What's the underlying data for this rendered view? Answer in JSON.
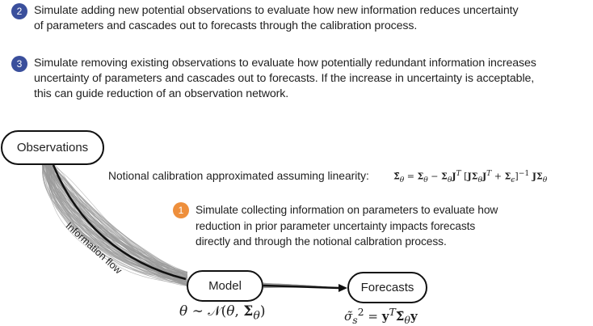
{
  "steps": [
    {
      "number": "2",
      "color": "#3a4f9c",
      "text": "Simulate adding new potential observations to evaluate how new information reduces uncertainty\nof parameters and cascades out to forecasts through the calibration process."
    },
    {
      "number": "3",
      "color": "#3a4f9c",
      "text": "Simulate removing existing observations to evaluate how potentially redundant information increases\nuncertainty of parameters and cascades out to forecasts. If the increase in uncertainty is acceptable,\nthis can guide reduction of an observation network."
    },
    {
      "number": "1",
      "color": "#ee8f3c",
      "text": "Simulate collecting information on parameters to evaluate how\nreduction in prior parameter uncertainty impacts forecasts\ndirectly and through the notional calbration process."
    }
  ],
  "nodes": {
    "observations": "Observations",
    "model": "Model",
    "forecasts": "Forecasts"
  },
  "flow_label": "Information flow",
  "approximation": {
    "label": "Notional calibration approximated assuming linearity:"
  },
  "colors": {
    "ensemble_lines": "#9a9a9a",
    "main_path": "#111111"
  }
}
